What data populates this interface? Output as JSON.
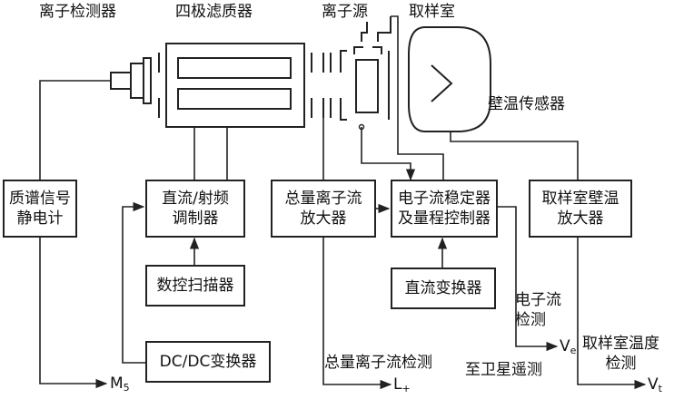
{
  "labels": {
    "ion_detector": "离子检测器",
    "quadrupole_filter": "四极滤质器",
    "ion_source": "离子源",
    "sampling_chamber": "取样室",
    "wall_temp_sensor": "壁温传感器",
    "electron_current_detect": [
      "电子流",
      "检测"
    ],
    "total_ion_current_detect": "总量离子流检测",
    "to_satellite_telemetry": "至卫星遥测",
    "chamber_temp_detect": [
      "取样室温度",
      "检测"
    ]
  },
  "outputs": {
    "m5": {
      "main": "M",
      "sub": "5"
    },
    "lplus": {
      "main": "L",
      "sub": "+"
    },
    "ve": {
      "main": "V",
      "sub": "e"
    },
    "vt": {
      "main": "V",
      "sub": "t"
    }
  },
  "blocks": {
    "mass_spec_electrometer": [
      "质谱信号",
      "静电计"
    ],
    "dc_rf_modulator": [
      "直流/射频",
      "调制器"
    ],
    "total_ion_amplifier": [
      "总量离子流",
      "放大器"
    ],
    "electron_stabilizer": [
      "电子流稳定器",
      "及量程控制器"
    ],
    "chamber_wall_temp_amp": [
      "取样室壁温",
      "放大器"
    ],
    "digital_scanner": [
      "数控扫描器"
    ],
    "dc_converter": [
      "直流变换器"
    ],
    "dcdc_converter": [
      "DC/DC变换器"
    ]
  }
}
